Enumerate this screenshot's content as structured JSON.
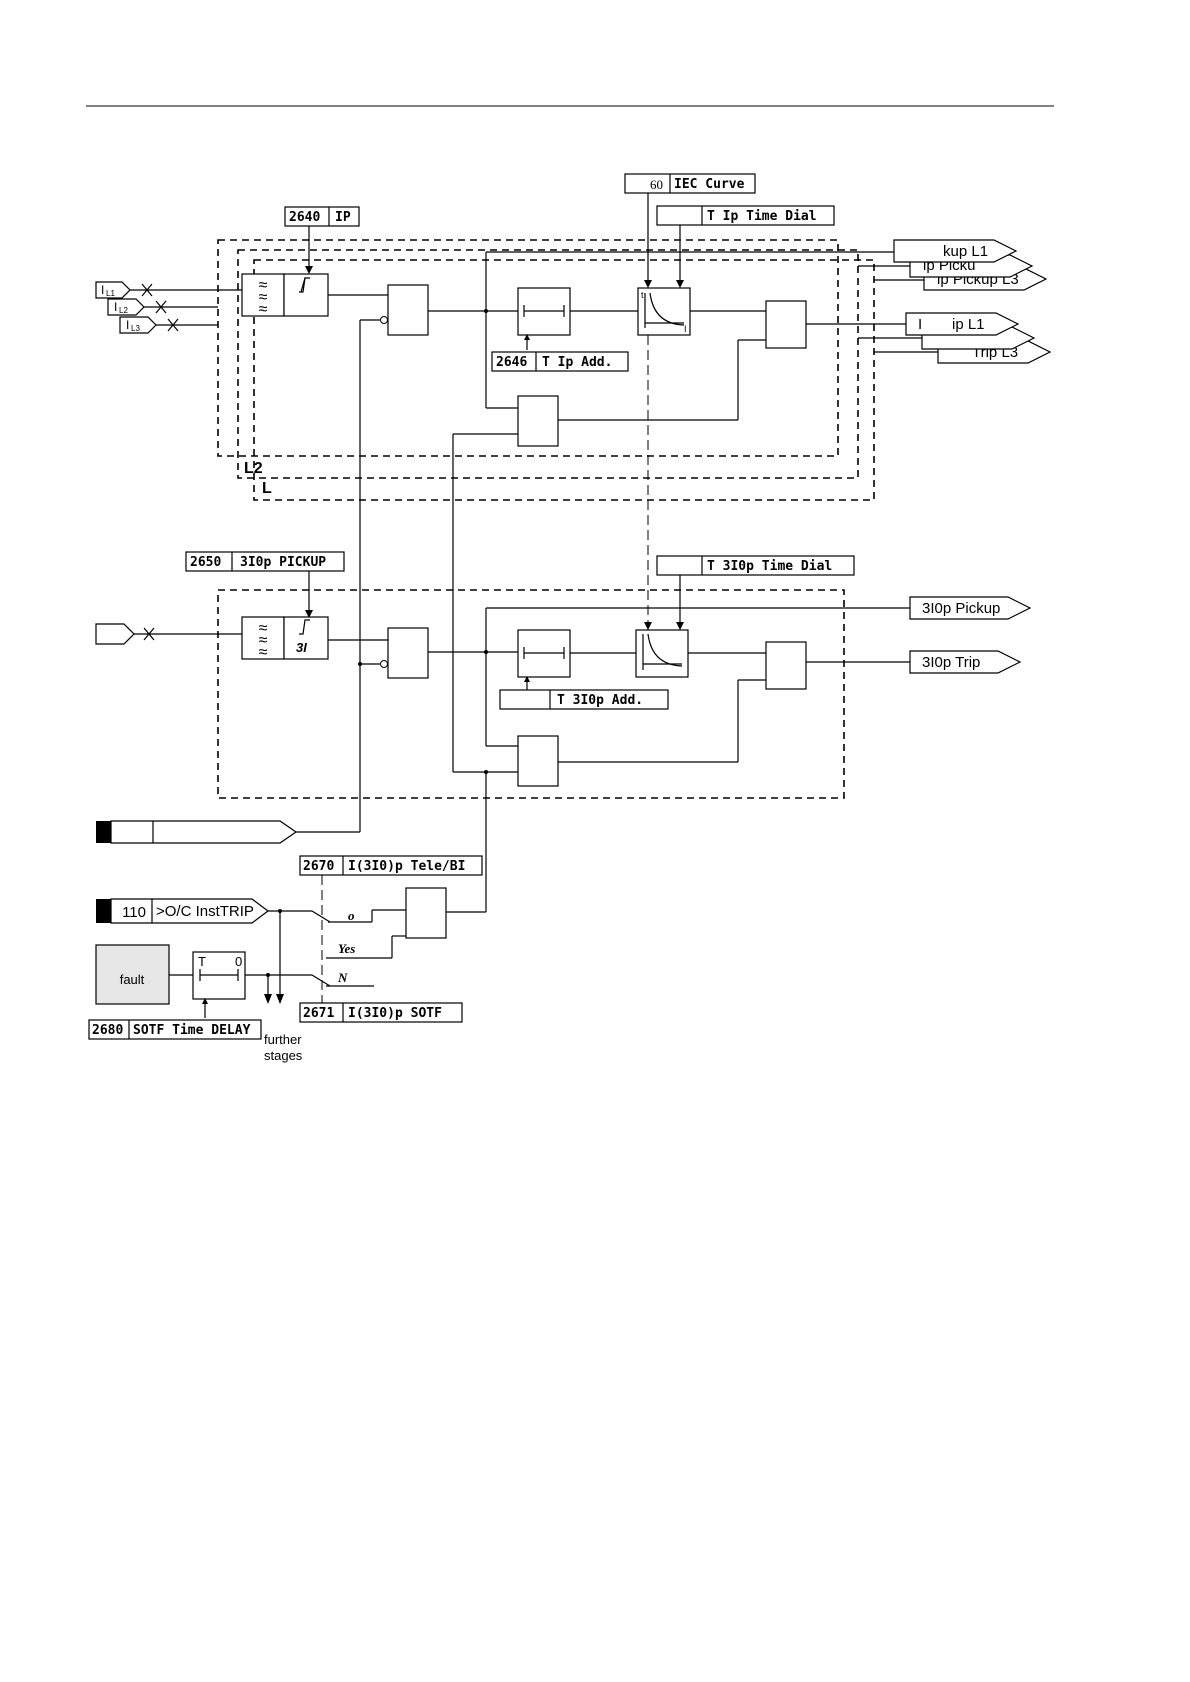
{
  "params": {
    "iec_curve": {
      "num": "60",
      "label": "IEC Curve"
    },
    "t_ip_time_dial": {
      "num": "",
      "label": "T Ip Time Dial"
    },
    "ip": {
      "num": "2640",
      "label": "IP"
    },
    "t_ip_add": {
      "num": "2646",
      "label": "T Ip Add."
    },
    "ip0_pickup": {
      "num": "2650",
      "label": "3I0p PICKUP"
    },
    "t_3i0p_time_dial": {
      "num": "",
      "label": "T 3I0p Time Dial"
    },
    "t_3i0p_add": {
      "num": "",
      "label": "T 3I0p Add."
    },
    "tele_bi": {
      "num": "2670",
      "label": "I(3I0)p Tele/BI"
    },
    "sotf": {
      "num": "2671",
      "label": "I(3I0)p SOTF"
    },
    "sotf_delay": {
      "num": "2680",
      "label": "SOTF Time DELAY"
    }
  },
  "inputs": {
    "il1": "I",
    "il1_sub": "L1",
    "il2": "I",
    "il2_sub": "L2",
    "il3": "I",
    "il3_sub": "L3",
    "instrip_num": "110",
    "instrip_label": ">O/C InstTRIP"
  },
  "outputs": {
    "pickup_l1": "kup L1",
    "pickup_l2": "ip Picku",
    "pickup_l3": "ip Pickup L3",
    "trip_l1_a": "I",
    "trip_l1_b": "ip L1",
    "trip_l3": "Trip L3",
    "pickup_3i0p": "3I0p Pickup",
    "trip_3i0p": "3I0p Trip"
  },
  "labels": {
    "l2": "L2",
    "l3": "L",
    "fault": "fault",
    "timer_t": "T",
    "timer_0": "0",
    "switch_o": "o",
    "switch_yes": "Yes",
    "switch_n": "N",
    "further": "further",
    "stages": "stages",
    "curve_t": "t",
    "curve_i": "I",
    "threshold_3i": "3I"
  }
}
